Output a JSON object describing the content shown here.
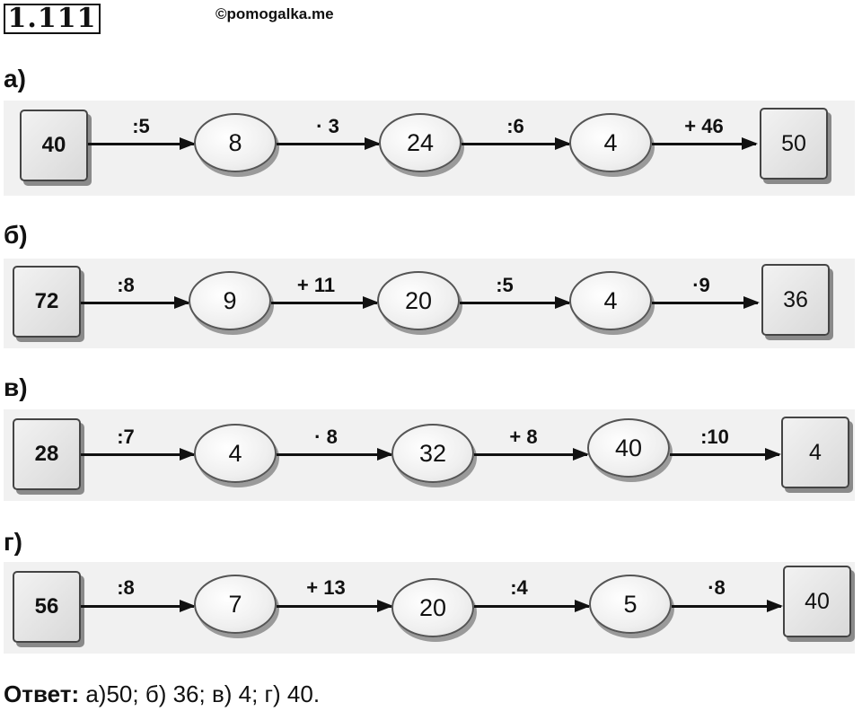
{
  "task_number": "1.111",
  "watermark": "©pomogalka.me",
  "rows": [
    {
      "label": "а)",
      "start": "40",
      "ops": [
        ":5",
        "· 3",
        ":6",
        "+ 46"
      ],
      "results": [
        "8",
        "24",
        "4"
      ],
      "end": "50"
    },
    {
      "label": "б)",
      "start": "72",
      "ops": [
        ":8",
        "+ 11",
        ":5",
        "·9"
      ],
      "results": [
        "9",
        "20",
        "4"
      ],
      "end": "36"
    },
    {
      "label": "в)",
      "start": "28",
      "ops": [
        ":7",
        "· 8",
        "+ 8",
        ":10"
      ],
      "results": [
        "4",
        "32",
        "40"
      ],
      "end": "4"
    },
    {
      "label": "г)",
      "start": "56",
      "ops": [
        ":8",
        "+ 13",
        ":4",
        "·8"
      ],
      "results": [
        "7",
        "20",
        "5"
      ],
      "end": "40"
    }
  ],
  "answer": {
    "prefix": "Ответ:",
    "text": " а)50; б) 36; в) 4; г) 40."
  }
}
